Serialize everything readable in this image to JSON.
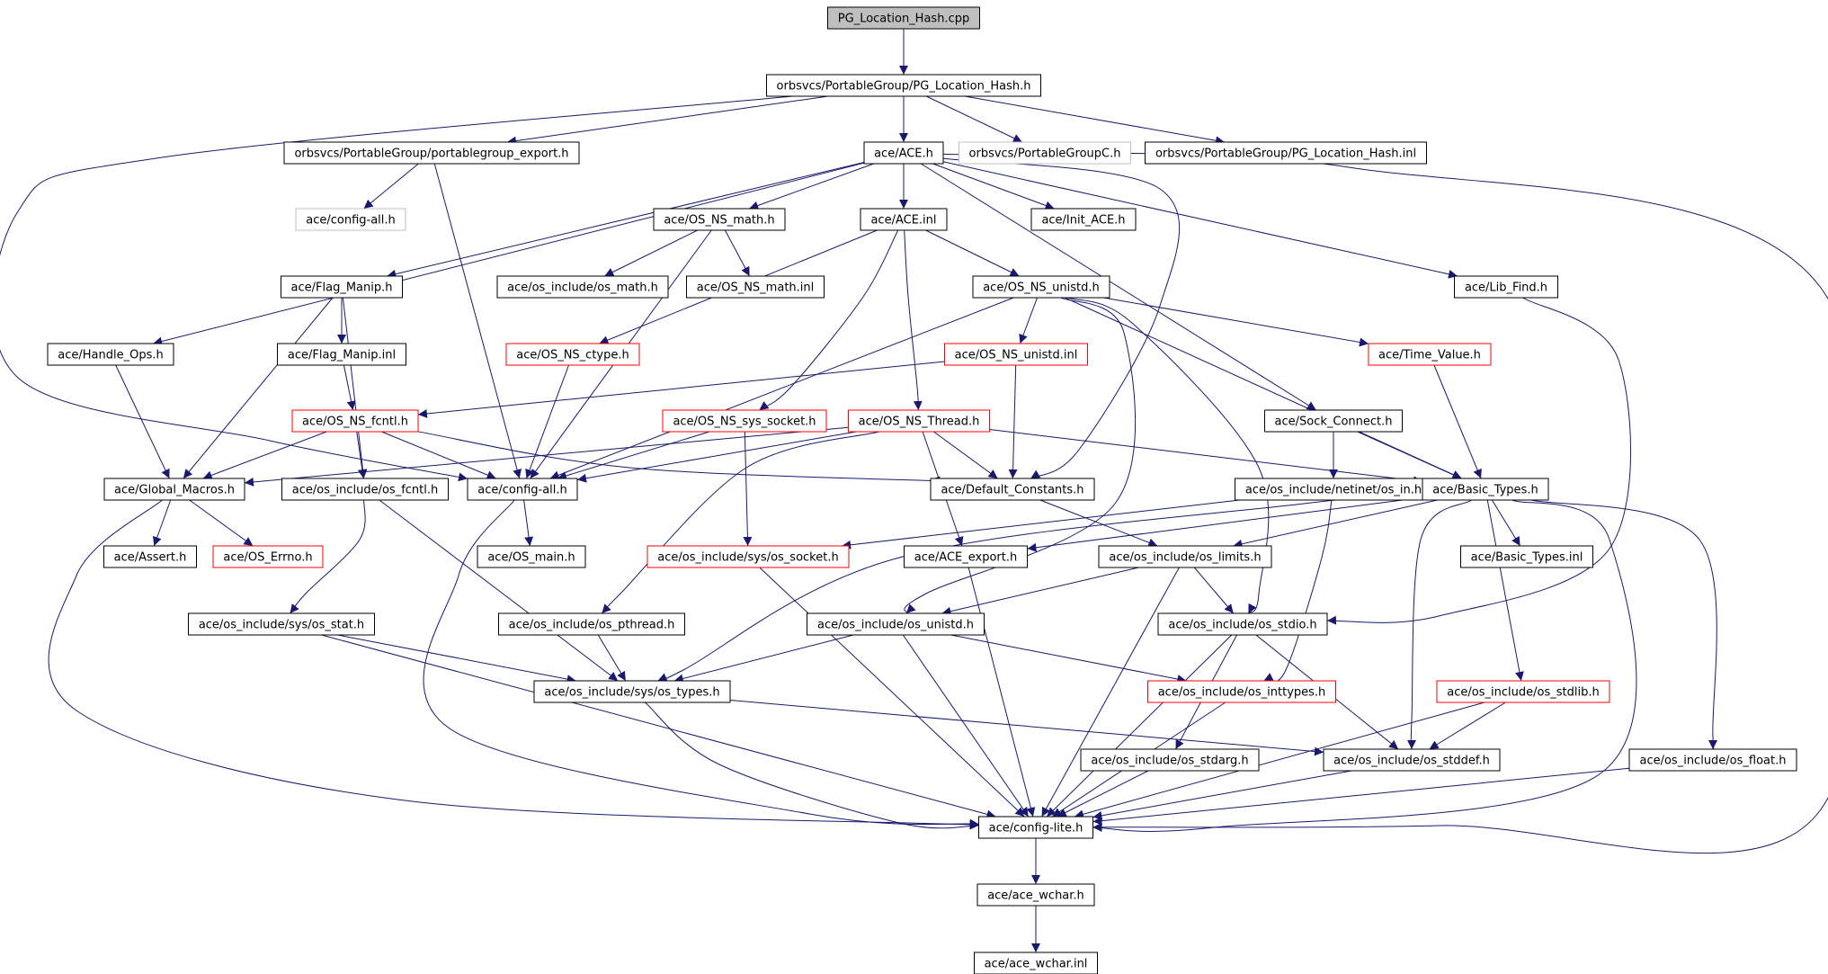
{
  "colors": {
    "background": "#ffffff",
    "edge": "#191970",
    "normal_border": "#000000",
    "truncated_border": "#ff0000",
    "external_border": "#bfbfbf",
    "root_fill": "#bfbfbf",
    "text": "#000000"
  },
  "nodes": [
    {
      "id": "root",
      "label": "PG_Location_Hash.cpp",
      "style": "root"
    },
    {
      "id": "pg_h",
      "label": "orbsvcs/PortableGroup/PG_Location_Hash.h",
      "style": "normal"
    },
    {
      "id": "pgexport",
      "label": "orbsvcs/PortableGroup/portablegroup_export.h",
      "style": "normal"
    },
    {
      "id": "ace_h",
      "label": "ace/ACE.h",
      "style": "normal"
    },
    {
      "id": "pgC",
      "label": "orbsvcs/PortableGroupC.h",
      "style": "external"
    },
    {
      "id": "pg_inl",
      "label": "orbsvcs/PortableGroup/PG_Location_Hash.inl",
      "style": "normal"
    },
    {
      "id": "cfgall_ext",
      "label": "ace/config-all.h",
      "style": "external"
    },
    {
      "id": "osnsmath",
      "label": "ace/OS_NS_math.h",
      "style": "normal"
    },
    {
      "id": "ace_inl",
      "label": "ace/ACE.inl",
      "style": "normal"
    },
    {
      "id": "initace",
      "label": "ace/Init_ACE.h",
      "style": "normal"
    },
    {
      "id": "flagmanip",
      "label": "ace/Flag_Manip.h",
      "style": "normal"
    },
    {
      "id": "osmath",
      "label": "ace/os_include/os_math.h",
      "style": "normal"
    },
    {
      "id": "osnsmath_inl",
      "label": "ace/OS_NS_math.inl",
      "style": "normal"
    },
    {
      "id": "osnsunistd",
      "label": "ace/OS_NS_unistd.h",
      "style": "normal"
    },
    {
      "id": "libfind",
      "label": "ace/Lib_Find.h",
      "style": "normal"
    },
    {
      "id": "handleops",
      "label": "ace/Handle_Ops.h",
      "style": "normal"
    },
    {
      "id": "flagmanip_inl",
      "label": "ace/Flag_Manip.inl",
      "style": "normal"
    },
    {
      "id": "osnsctype",
      "label": "ace/OS_NS_ctype.h",
      "style": "truncated"
    },
    {
      "id": "osnsunistd_inl",
      "label": "ace/OS_NS_unistd.inl",
      "style": "truncated"
    },
    {
      "id": "timevalue",
      "label": "ace/Time_Value.h",
      "style": "truncated"
    },
    {
      "id": "osnsfcntl",
      "label": "ace/OS_NS_fcntl.h",
      "style": "truncated"
    },
    {
      "id": "osnssyssocket",
      "label": "ace/OS_NS_sys_socket.h",
      "style": "truncated"
    },
    {
      "id": "osnsthread",
      "label": "ace/OS_NS_Thread.h",
      "style": "truncated"
    },
    {
      "id": "sockconnect",
      "label": "ace/Sock_Connect.h",
      "style": "normal"
    },
    {
      "id": "globalmacros",
      "label": "ace/Global_Macros.h",
      "style": "normal"
    },
    {
      "id": "osfcntl",
      "label": "ace/os_include/os_fcntl.h",
      "style": "normal"
    },
    {
      "id": "configall",
      "label": "ace/config-all.h",
      "style": "normal"
    },
    {
      "id": "defconst",
      "label": "ace/Default_Constants.h",
      "style": "normal"
    },
    {
      "id": "osin",
      "label": "ace/os_include/netinet/os_in.h",
      "style": "normal"
    },
    {
      "id": "basictypes",
      "label": "ace/Basic_Types.h",
      "style": "normal"
    },
    {
      "id": "assert",
      "label": "ace/Assert.h",
      "style": "normal"
    },
    {
      "id": "oserrno",
      "label": "ace/OS_Errno.h",
      "style": "truncated"
    },
    {
      "id": "osmain",
      "label": "ace/OS_main.h",
      "style": "normal"
    },
    {
      "id": "ossocket",
      "label": "ace/os_include/sys/os_socket.h",
      "style": "truncated"
    },
    {
      "id": "aceexport",
      "label": "ace/ACE_export.h",
      "style": "normal"
    },
    {
      "id": "oslimits",
      "label": "ace/os_include/os_limits.h",
      "style": "normal"
    },
    {
      "id": "basictypes_inl",
      "label": "ace/Basic_Types.inl",
      "style": "normal"
    },
    {
      "id": "osstat",
      "label": "ace/os_include/sys/os_stat.h",
      "style": "normal"
    },
    {
      "id": "ospthread",
      "label": "ace/os_include/os_pthread.h",
      "style": "normal"
    },
    {
      "id": "osunistd",
      "label": "ace/os_include/os_unistd.h",
      "style": "normal"
    },
    {
      "id": "osstdio",
      "label": "ace/os_include/os_stdio.h",
      "style": "normal"
    },
    {
      "id": "ostypes",
      "label": "ace/os_include/sys/os_types.h",
      "style": "normal"
    },
    {
      "id": "osinttypes",
      "label": "ace/os_include/os_inttypes.h",
      "style": "truncated"
    },
    {
      "id": "osstdlib",
      "label": "ace/os_include/os_stdlib.h",
      "style": "truncated"
    },
    {
      "id": "osstdarg",
      "label": "ace/os_include/os_stdarg.h",
      "style": "normal"
    },
    {
      "id": "osstddef",
      "label": "ace/os_include/os_stddef.h",
      "style": "normal"
    },
    {
      "id": "osfloat",
      "label": "ace/os_include/os_float.h",
      "style": "normal"
    },
    {
      "id": "configlite",
      "label": "ace/config-lite.h",
      "style": "normal"
    },
    {
      "id": "acewchar",
      "label": "ace/ace_wchar.h",
      "style": "normal"
    },
    {
      "id": "acewchar_inl",
      "label": "ace/ace_wchar.inl",
      "style": "normal"
    }
  ],
  "edges": [
    [
      "root",
      "pg_h"
    ],
    [
      "pg_h",
      "pgexport"
    ],
    [
      "pg_h",
      "ace_h"
    ],
    [
      "pg_h",
      "pgC"
    ],
    [
      "pg_h",
      "pg_inl"
    ],
    [
      "pg_h",
      "configall"
    ],
    [
      "pgexport",
      "cfgall_ext"
    ],
    [
      "pgexport",
      "configall"
    ],
    [
      "ace_h",
      "osnsmath"
    ],
    [
      "ace_h",
      "ace_inl"
    ],
    [
      "ace_h",
      "initace"
    ],
    [
      "ace_h",
      "flagmanip"
    ],
    [
      "ace_h",
      "libfind"
    ],
    [
      "ace_h",
      "handleops"
    ],
    [
      "ace_h",
      "sockconnect"
    ],
    [
      "ace_h",
      "defconst"
    ],
    [
      "ace_h",
      "configlite"
    ],
    [
      "osnsmath",
      "osmath"
    ],
    [
      "osnsmath",
      "osnsmath_inl"
    ],
    [
      "osnsmath",
      "configall"
    ],
    [
      "ace_inl",
      "osnsunistd"
    ],
    [
      "ace_inl",
      "osnsctype"
    ],
    [
      "ace_inl",
      "osnsthread"
    ],
    [
      "ace_inl",
      "osnssyssocket"
    ],
    [
      "flagmanip",
      "flagmanip_inl"
    ],
    [
      "flagmanip",
      "globalmacros"
    ],
    [
      "flagmanip",
      "osfcntl"
    ],
    [
      "flagmanip_inl",
      "osnsfcntl"
    ],
    [
      "osnsunistd",
      "osnsunistd_inl"
    ],
    [
      "osnsunistd",
      "timevalue"
    ],
    [
      "osnsunistd",
      "basictypes"
    ],
    [
      "osnsunistd",
      "configall"
    ],
    [
      "osnsunistd",
      "osunistd"
    ],
    [
      "osnsunistd",
      "osstdio"
    ],
    [
      "osnsunistd_inl",
      "osnsfcntl"
    ],
    [
      "osnsunistd_inl",
      "defconst"
    ],
    [
      "handleops",
      "globalmacros"
    ],
    [
      "osnsctype",
      "configall"
    ],
    [
      "timevalue",
      "basictypes"
    ],
    [
      "libfind",
      "osstdio"
    ],
    [
      "osnsfcntl",
      "globalmacros"
    ],
    [
      "osnsfcntl",
      "osfcntl"
    ],
    [
      "osnsfcntl",
      "configall"
    ],
    [
      "osnsfcntl",
      "defconst"
    ],
    [
      "osnssyssocket",
      "configall"
    ],
    [
      "osnssyssocket",
      "ossocket"
    ],
    [
      "osnsthread",
      "configall"
    ],
    [
      "osnsthread",
      "globalmacros"
    ],
    [
      "osnsthread",
      "defconst"
    ],
    [
      "osnsthread",
      "basictypes"
    ],
    [
      "osnsthread",
      "aceexport"
    ],
    [
      "osnsthread",
      "ospthread"
    ],
    [
      "sockconnect",
      "basictypes"
    ],
    [
      "sockconnect",
      "osin"
    ],
    [
      "globalmacros",
      "assert"
    ],
    [
      "globalmacros",
      "oserrno"
    ],
    [
      "globalmacros",
      "configlite"
    ],
    [
      "osfcntl",
      "osstat"
    ],
    [
      "osfcntl",
      "ostypes"
    ],
    [
      "configall",
      "osmain"
    ],
    [
      "configall",
      "configlite"
    ],
    [
      "defconst",
      "oslimits"
    ],
    [
      "osin",
      "ossocket"
    ],
    [
      "osin",
      "osinttypes"
    ],
    [
      "basictypes",
      "basictypes_inl"
    ],
    [
      "basictypes",
      "oslimits"
    ],
    [
      "basictypes",
      "osstdlib"
    ],
    [
      "basictypes",
      "osstddef"
    ],
    [
      "basictypes",
      "osfloat"
    ],
    [
      "basictypes",
      "aceexport"
    ],
    [
      "basictypes",
      "ostypes"
    ],
    [
      "basictypes",
      "configlite"
    ],
    [
      "oslimits",
      "osunistd"
    ],
    [
      "oslimits",
      "osstdio"
    ],
    [
      "oslimits",
      "configlite"
    ],
    [
      "aceexport",
      "configlite"
    ],
    [
      "osstat",
      "ostypes"
    ],
    [
      "osstat",
      "configlite"
    ],
    [
      "ospthread",
      "ostypes"
    ],
    [
      "osunistd",
      "ostypes"
    ],
    [
      "osunistd",
      "osinttypes"
    ],
    [
      "osunistd",
      "configlite"
    ],
    [
      "osstdio",
      "osstdarg"
    ],
    [
      "osstdio",
      "osstddef"
    ],
    [
      "osstdio",
      "configlite"
    ],
    [
      "ostypes",
      "osstddef"
    ],
    [
      "ostypes",
      "configlite"
    ],
    [
      "ossocket",
      "configlite"
    ],
    [
      "osinttypes",
      "configlite"
    ],
    [
      "osstdlib",
      "osstddef"
    ],
    [
      "osstdlib",
      "configlite"
    ],
    [
      "osstdarg",
      "configlite"
    ],
    [
      "osstddef",
      "configlite"
    ],
    [
      "osfloat",
      "configlite"
    ],
    [
      "configlite",
      "acewchar"
    ],
    [
      "acewchar",
      "acewchar_inl"
    ]
  ]
}
